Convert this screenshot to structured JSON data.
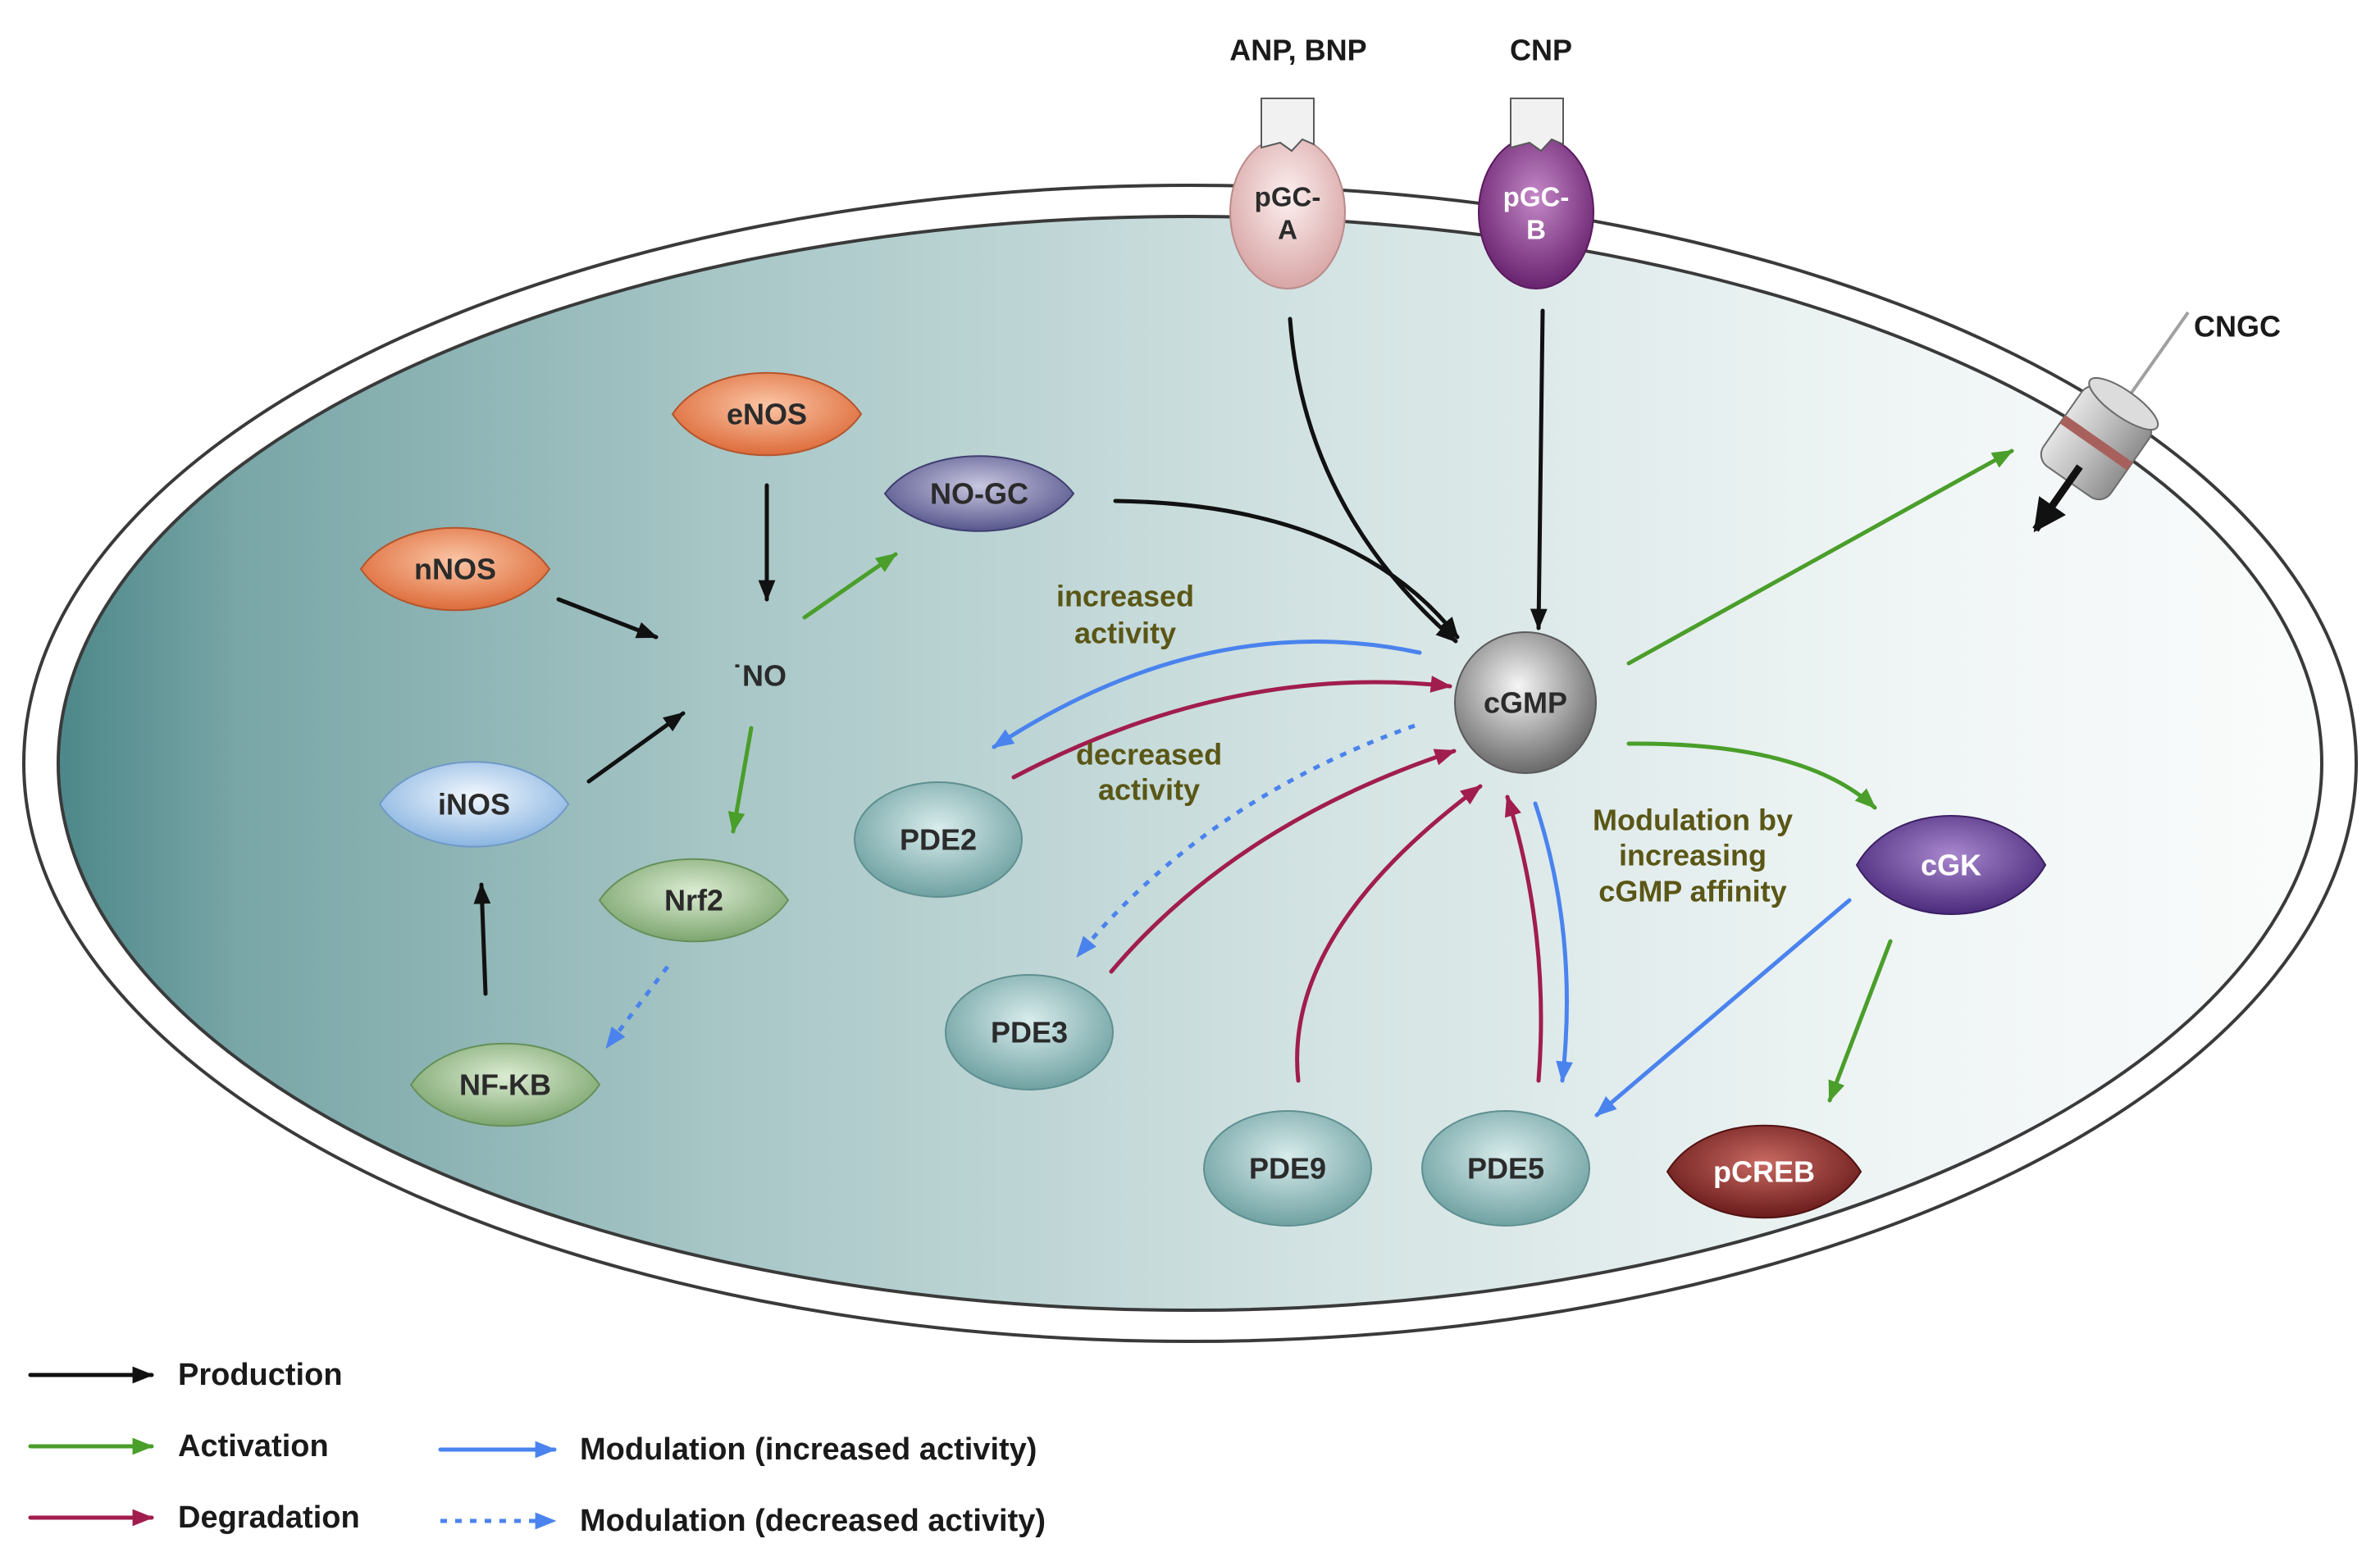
{
  "diagram": {
    "extracellular": {
      "ligand_pgc_a": "ANP, BNP",
      "ligand_pgc_b": "CNP",
      "channel": "CNGC"
    },
    "receptors": {
      "pgc_a": [
        "pGC-",
        "A"
      ],
      "pgc_b": [
        "pGC-",
        "B"
      ]
    },
    "nodes": {
      "enos": "eNOS",
      "nnos": "nNOS",
      "inos": "iNOS",
      "no": "˙NO",
      "no_gc": "NO-GC",
      "nrf2": "Nrf2",
      "nfkb": "NF-KB",
      "cgmp": "cGMP",
      "cgk": "cGK",
      "pcreb": "pCREB",
      "pde2": "PDE2",
      "pde3": "PDE3",
      "pde5": "PDE5",
      "pde9": "PDE9"
    },
    "annotations": {
      "increased_activity": [
        "increased",
        "activity"
      ],
      "decreased_activity": [
        "decreased",
        "activity"
      ],
      "cgk_modulation": [
        "Modulation by",
        "increasing",
        "cGMP affinity"
      ]
    }
  },
  "legend": {
    "production": "Production",
    "activation": "Activation",
    "degradation": "Degradation",
    "modulation_increased": "Modulation (increased activity)",
    "modulation_decreased": "Modulation (decreased activity)"
  },
  "colors": {
    "production": "#111111",
    "activation": "#4a9e2a",
    "degradation": "#a11d4d",
    "modulation": "#4a83ee"
  }
}
